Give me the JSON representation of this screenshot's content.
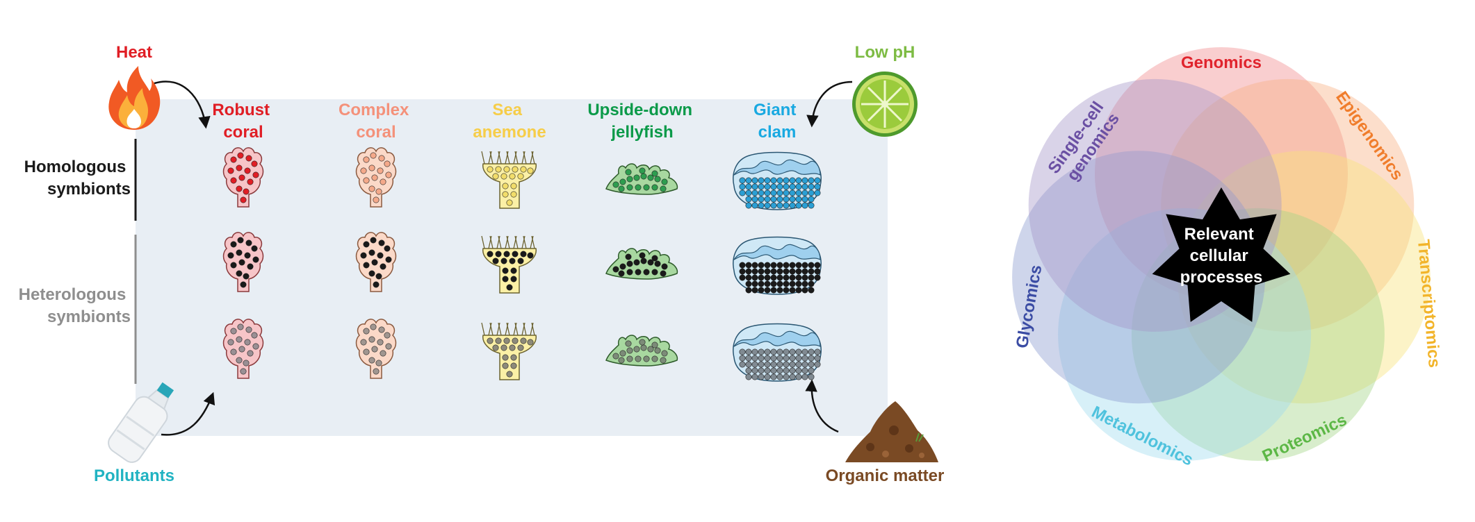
{
  "stressors": {
    "heat": {
      "label": "Heat",
      "color": "#e01e25"
    },
    "low_ph": {
      "label": "Low pH",
      "color": "#7dbb43"
    },
    "pollutants": {
      "label": "Pollutants",
      "color": "#21b3c2"
    },
    "organic_matter": {
      "label": "Organic matter",
      "color": "#7a4a24"
    }
  },
  "rows": {
    "homologous": {
      "line1": "Homologous",
      "line2": "symbionts",
      "color": "#1a1a1a"
    },
    "heterologous": {
      "line1": "Heterologous",
      "line2": "symbionts",
      "color": "#8e8e8e"
    }
  },
  "organisms": [
    {
      "line1": "Robust",
      "line2": "coral",
      "color": "#e01e25"
    },
    {
      "line1": "Complex",
      "line2": "coral",
      "color": "#f4917a"
    },
    {
      "line1": "Sea",
      "line2": "anemone",
      "color": "#f6cd49"
    },
    {
      "line1": "Upside-down",
      "line2": "jellyfish",
      "color": "#0b9a49"
    },
    {
      "line1": "Giant",
      "line2": "clam",
      "color": "#19a9e1"
    }
  ],
  "venn": {
    "center": {
      "line1": "Relevant",
      "line2": "cellular",
      "line3": "processes"
    },
    "sets": [
      {
        "label": "Genomics",
        "color": "#e0242d",
        "fill": "#f08a8c"
      },
      {
        "label": "Epigenomics",
        "color": "#f07d2c",
        "fill": "#f7b183"
      },
      {
        "label": "Transcriptomics",
        "color": "#f2b42a",
        "fill": "#f9e27a"
      },
      {
        "label": "Proteomics",
        "color": "#5cb746",
        "fill": "#a3d585"
      },
      {
        "label": "Metabolomics",
        "color": "#4fc2dd",
        "fill": "#9fdcee"
      },
      {
        "label": "Glycomics",
        "color": "#3b4ca4",
        "fill": "#8a9bd0"
      },
      {
        "label": "Single-cell genomics",
        "line1": "Single-cell",
        "line2": "genomics",
        "color": "#6a4fa3",
        "fill": "#a497c9"
      }
    ]
  }
}
